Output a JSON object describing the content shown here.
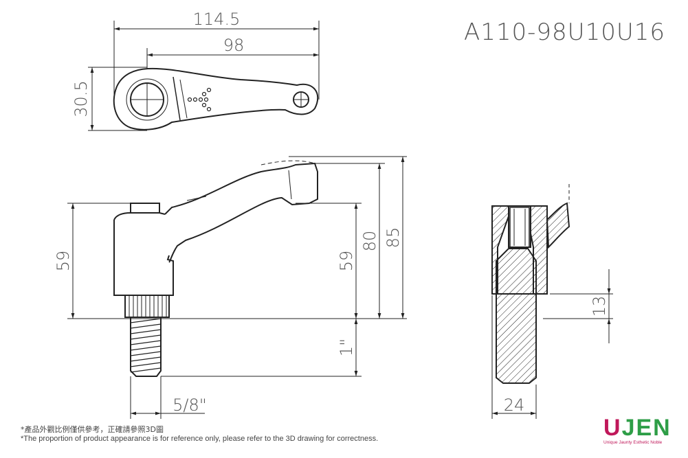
{
  "part_number": "A110-98U10U16",
  "dimensions": {
    "top_overall_length": "114.5",
    "top_pivot_length": "98",
    "top_hub_height": "30.5",
    "side_body_height_left": "59",
    "side_body_height_right": "59",
    "side_total_80": "80",
    "side_total_85": "85",
    "thread_length": "1\"",
    "thread_size": "5/8\"",
    "section_height": "13",
    "section_width": "24"
  },
  "notes": {
    "zh": "*產品外觀比例僅供參考，正確請參照3D圖",
    "en": "*The proportion of product appearance is for reference only, please refer to the 3D drawing for correctness."
  },
  "logo": {
    "word_prefix": "U",
    "word_suffix": "JEN",
    "tagline": "Unique Jaunty Esthetic Noble",
    "colors": {
      "primary": "#c0185a",
      "accent": "#2e9e47"
    }
  }
}
